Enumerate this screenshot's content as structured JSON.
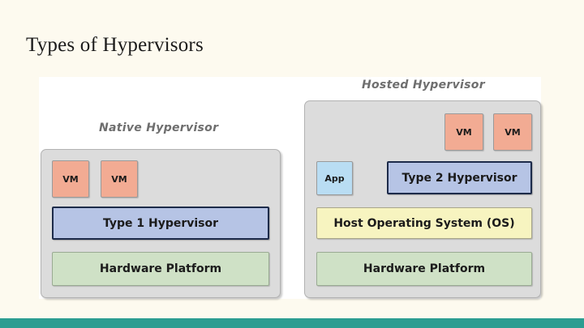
{
  "slide": {
    "title": "Types of Hypervisors",
    "background_color": "#fdfaef",
    "accent_bar_color": "#2c9d91"
  },
  "diagram": {
    "canvas_background": "#ffffff",
    "panels": [
      {
        "id": "native",
        "title": "Native Hypervisor",
        "panel_color": "#dcdcdc",
        "blocks": [
          {
            "id": "native-vm-1",
            "label": "VM",
            "kind": "vm",
            "color": "#f2ab93"
          },
          {
            "id": "native-vm-2",
            "label": "VM",
            "kind": "vm",
            "color": "#f2ab93"
          },
          {
            "id": "native-type1",
            "label": "Type 1 Hypervisor",
            "kind": "hypervisor",
            "color": "#b6c4e5",
            "border_color": "#1d2b4a"
          },
          {
            "id": "native-hw",
            "label": "Hardware Platform",
            "kind": "hardware",
            "color": "#cfe1c6"
          }
        ]
      },
      {
        "id": "hosted",
        "title": "Hosted Hypervisor",
        "panel_color": "#dcdcdc",
        "blocks": [
          {
            "id": "hosted-vm-1",
            "label": "VM",
            "kind": "vm",
            "color": "#f2ab93"
          },
          {
            "id": "hosted-vm-2",
            "label": "VM",
            "kind": "vm",
            "color": "#f2ab93"
          },
          {
            "id": "hosted-app",
            "label": "App",
            "kind": "app",
            "color": "#b9ddf3"
          },
          {
            "id": "hosted-type2",
            "label": "Type 2 Hypervisor",
            "kind": "hypervisor",
            "color": "#b6c4e5",
            "border_color": "#1d2b4a"
          },
          {
            "id": "hosted-os",
            "label": "Host Operating System (OS)",
            "kind": "os",
            "color": "#f7f4c0"
          },
          {
            "id": "hosted-hw",
            "label": "Hardware Platform",
            "kind": "hardware",
            "color": "#cfe1c6"
          }
        ]
      }
    ]
  }
}
